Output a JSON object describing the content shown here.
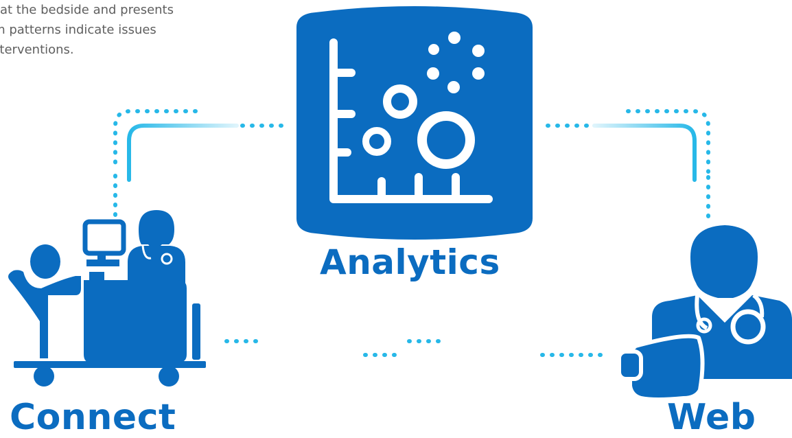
{
  "intro_text": {
    "line1": "at the bedside and presents",
    "line2": "rm patterns indicate issues",
    "line3": "nterventions."
  },
  "labels": {
    "analytics": "Analytics",
    "connect": "Connect",
    "web": "Web"
  },
  "colors": {
    "brand_blue": "#0b6cc0",
    "link_cyan": "#27b8e8",
    "intro_gray": "#5f5f5f"
  },
  "icons": {
    "center": "analytics-cylinder-chart-icon",
    "left": "bedside-patient-nurse-monitor-icon",
    "right": "clinician-with-tablet-icon"
  }
}
